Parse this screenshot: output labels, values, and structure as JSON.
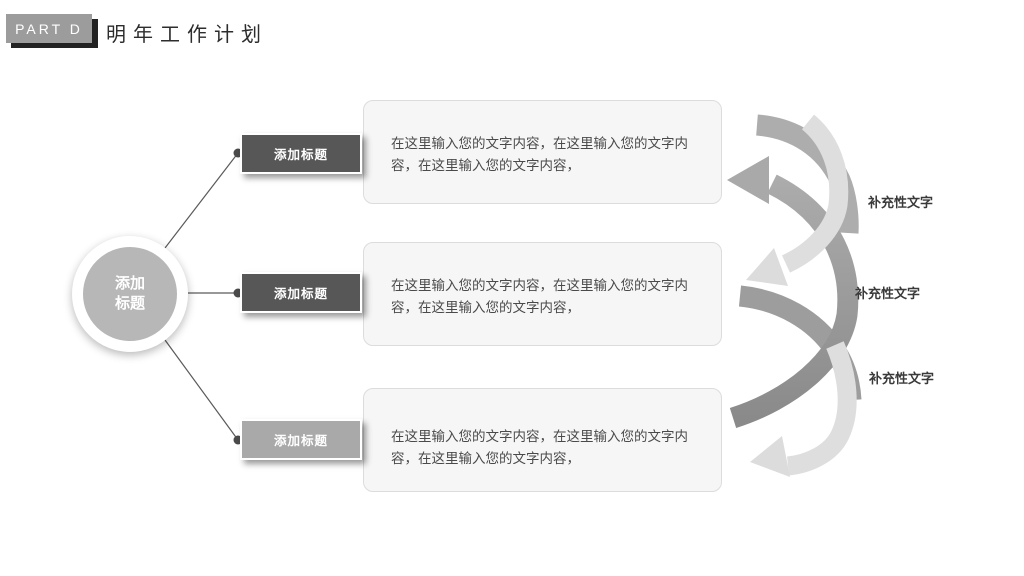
{
  "slide": {
    "badge": "PART D",
    "title": "明年工作计划",
    "circle": {
      "line1": "添加",
      "line2": "标题"
    },
    "rows": [
      {
        "bar": "添加标题",
        "bar_color": "#575757",
        "text": "在这里输入您的文字内容，在这里输入您的文字内容，在这里输入您的文字内容，"
      },
      {
        "bar": "添加标题",
        "bar_color": "#575757",
        "text": "在这里输入您的文字内容，在这里输入您的文字内容，在这里输入您的文字内容，"
      },
      {
        "bar": "添加标题",
        "bar_color": "#a9a9a9",
        "text": "在这里输入您的文字内容，在这里输入您的文字内容，在这里输入您的文字内容，"
      }
    ],
    "side_labels": [
      "补充性文字",
      "补充性文字",
      "补充性文字"
    ],
    "colors": {
      "badge_bg": "#9c9c9c",
      "badge_shadow": "#222222",
      "title_text": "#2d2d2d",
      "circle_fill": "#b7b7b7",
      "bar_dark": "#575757",
      "bar_light": "#a9a9a9",
      "box_bg": "#f6f6f6",
      "box_border": "#dcdcdc",
      "arrow_medium": "#adadad",
      "arrow_dark": "#8a8a8a",
      "arrow_light": "#dedede"
    }
  }
}
